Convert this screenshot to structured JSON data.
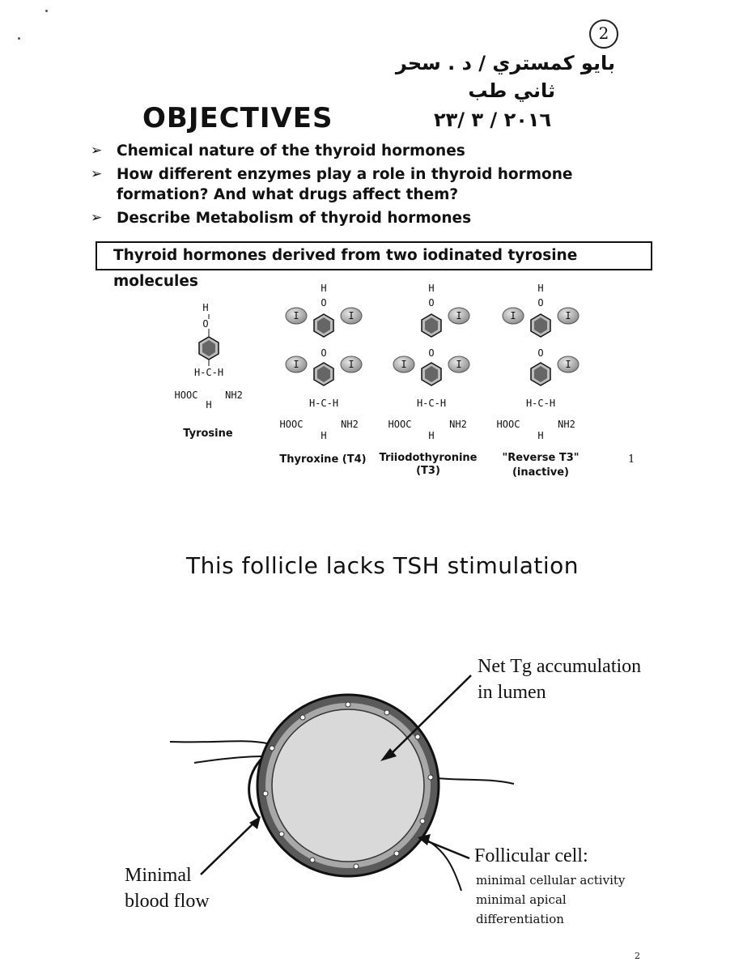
{
  "header": {
    "page_number": "2",
    "arabic_line1": "بايو كمستري / د . سحر",
    "arabic_line2": "ثاني طب",
    "arabic_date": "٢٠١٦ / ٣ /٢٣"
  },
  "objectives": {
    "title": "OBJECTIVES",
    "items": [
      "Chemical nature of the thyroid hormones",
      "How different enzymes play a role in thyroid hormone formation? And what drugs affect them?",
      "Describe Metabolism of thyroid hormones"
    ]
  },
  "slide1": {
    "caption": "Thyroid hormones derived from two iodinated tyrosine molecules",
    "slide_number": "1",
    "molecules": [
      {
        "label": "Tyrosine"
      },
      {
        "label": "Thyroxine (T4)"
      },
      {
        "label": "Triiodothyronine",
        "label2": "(T3)"
      },
      {
        "label": "\"Reverse T3\"",
        "label2": "(inactive)"
      }
    ],
    "atoms": {
      "h": "H",
      "o": "O",
      "iodine": "I",
      "chc": "H-C-H",
      "c": "C",
      "hooc": "HOOC",
      "nh2": "NH2"
    }
  },
  "slide2": {
    "title": "This follicle lacks TSH stimulation",
    "label_lumen_1": "Net Tg accumulation",
    "label_lumen_2": "in lumen",
    "label_follicular_1": "Follicular cell:",
    "label_follicular_2": "minimal cellular activity",
    "label_follicular_3": "minimal apical",
    "label_follicular_4": "differentiation",
    "label_blood_1": "Minimal",
    "label_blood_2": "blood flow",
    "corner_number": "2"
  }
}
